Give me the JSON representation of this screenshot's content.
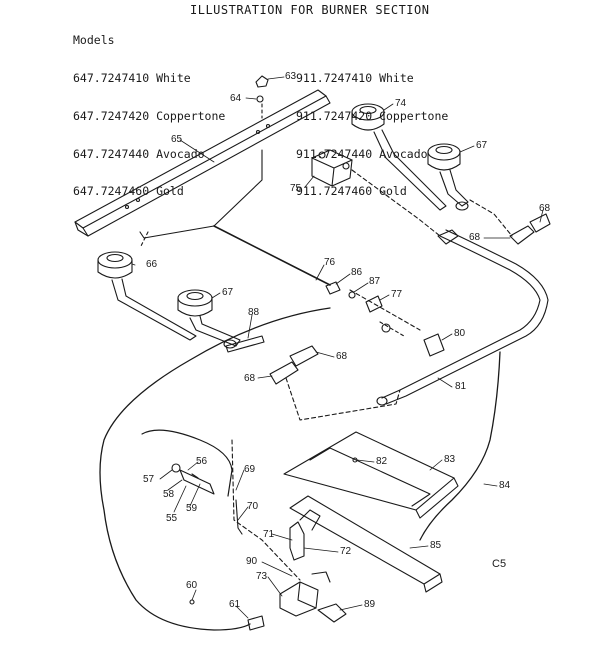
{
  "title": "ILLUSTRATION FOR BURNER SECTION",
  "models": {
    "header": "Models",
    "left": [
      "647.7247410 White",
      "647.7247420 Coppertone",
      "647.7247440 Avocado",
      "647.7247460 Gold"
    ],
    "right": [
      "911.7247410 White",
      "911.7247420 Coppertone",
      "911.7247440 Avocado",
      "911.7247460 Gold"
    ]
  },
  "part_labels": [
    "63",
    "64",
    "65",
    "66",
    "67",
    "74",
    "67",
    "75",
    "68",
    "68",
    "76",
    "86",
    "87",
    "77",
    "88",
    "68",
    "68",
    "80",
    "81",
    "82",
    "83",
    "84",
    "85",
    "56",
    "57",
    "58",
    "55",
    "59",
    "69",
    "70",
    "71",
    "72",
    "90",
    "73",
    "89",
    "60",
    "61"
  ],
  "drawing_code": "C5",
  "colors": {
    "ink": "#1a1a1a",
    "paper": "#ffffff"
  }
}
